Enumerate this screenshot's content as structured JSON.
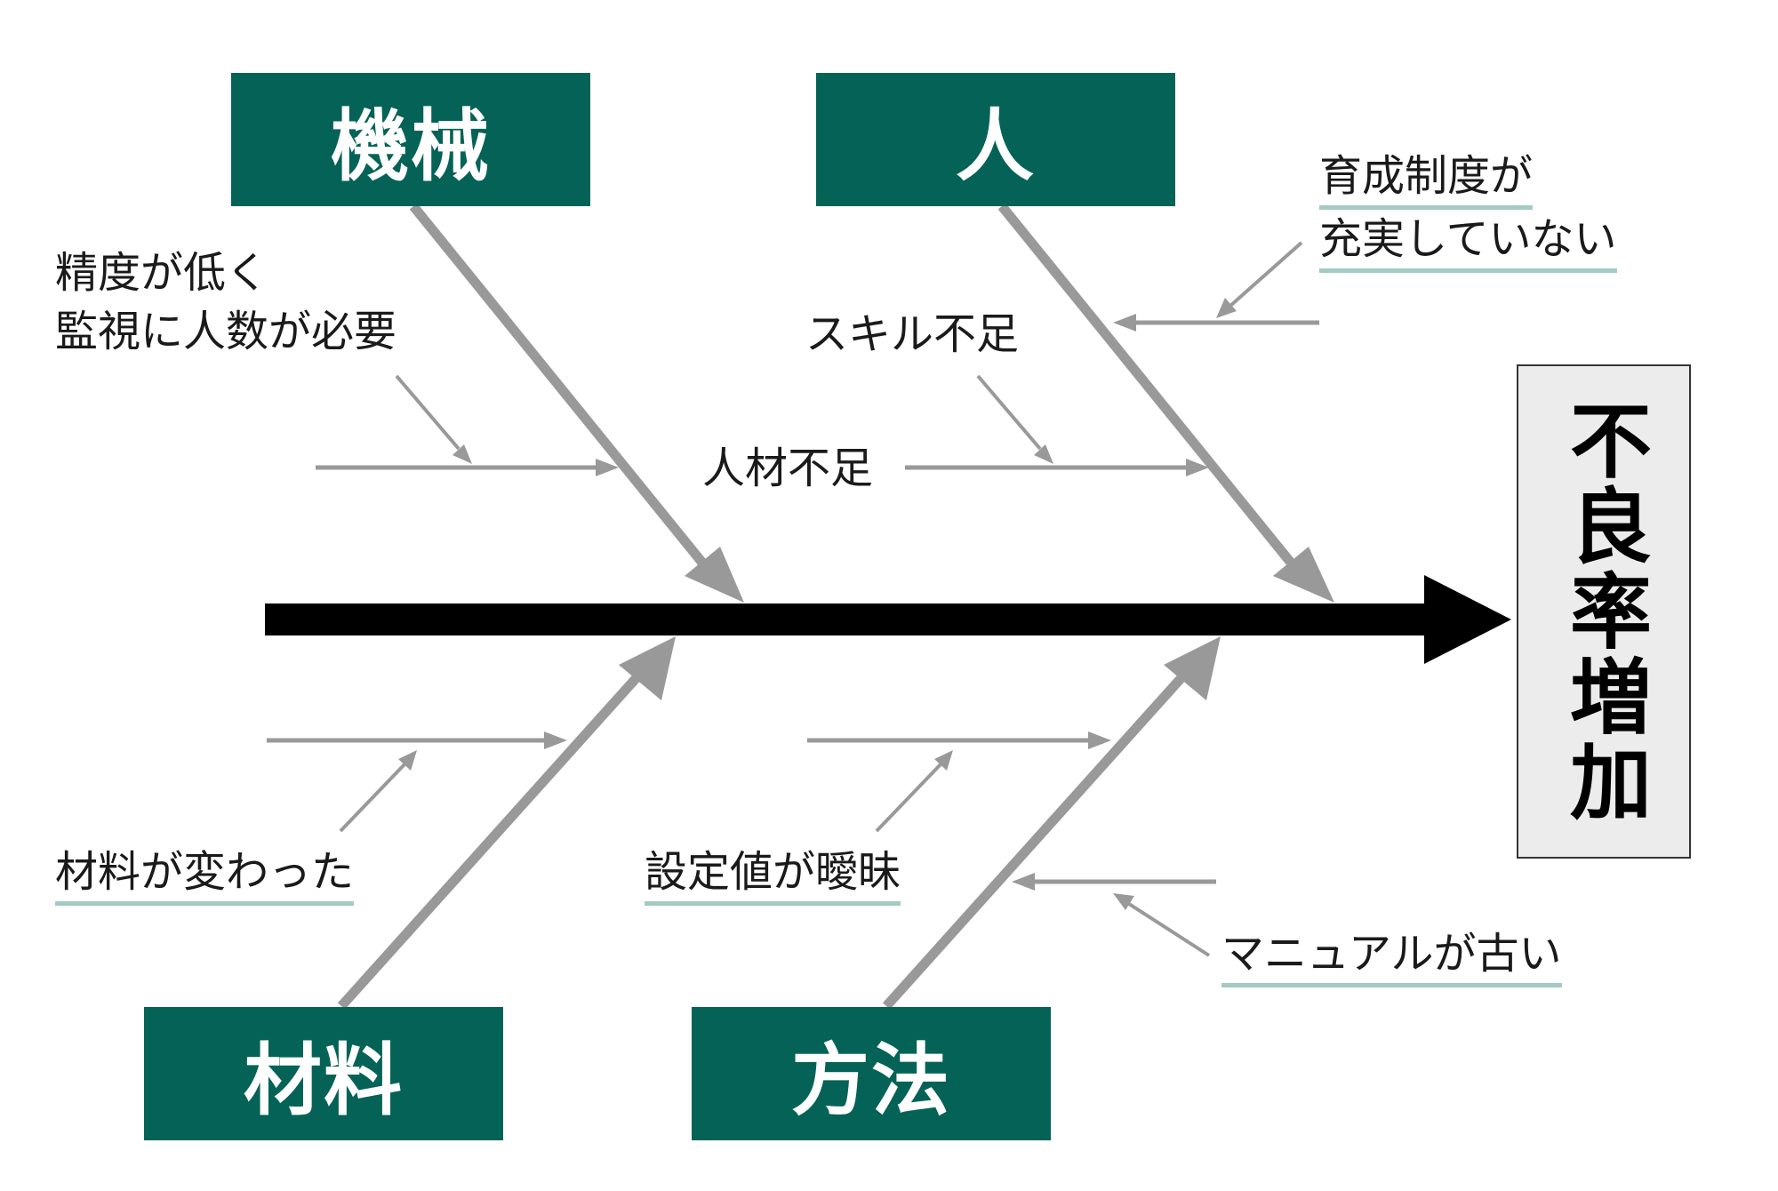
{
  "effect": {
    "label": "不良率増加"
  },
  "categories": {
    "machine": {
      "label": "機械"
    },
    "people": {
      "label": "人"
    },
    "material": {
      "label": "材料"
    },
    "method": {
      "label": "方法"
    }
  },
  "causes": {
    "machine_cause": {
      "line1": "精度が低く",
      "line2": "監視に人数が必要"
    },
    "people_skill": {
      "label": "スキル不足"
    },
    "people_training": {
      "line1": "育成制度が",
      "line2": "充実していない"
    },
    "people_shortage": {
      "label": "人材不足"
    },
    "material_change": {
      "label": "材料が変わった"
    },
    "method_setting": {
      "label": "設定値が曖昧"
    },
    "method_manual": {
      "label": "マニュアルが古い"
    }
  },
  "colors": {
    "category_fill": "#046356",
    "category_text": "#ffffff",
    "effect_fill": "#ececec",
    "spine": "#000000",
    "bone": "#999999",
    "underline": "#a3cbc4"
  }
}
